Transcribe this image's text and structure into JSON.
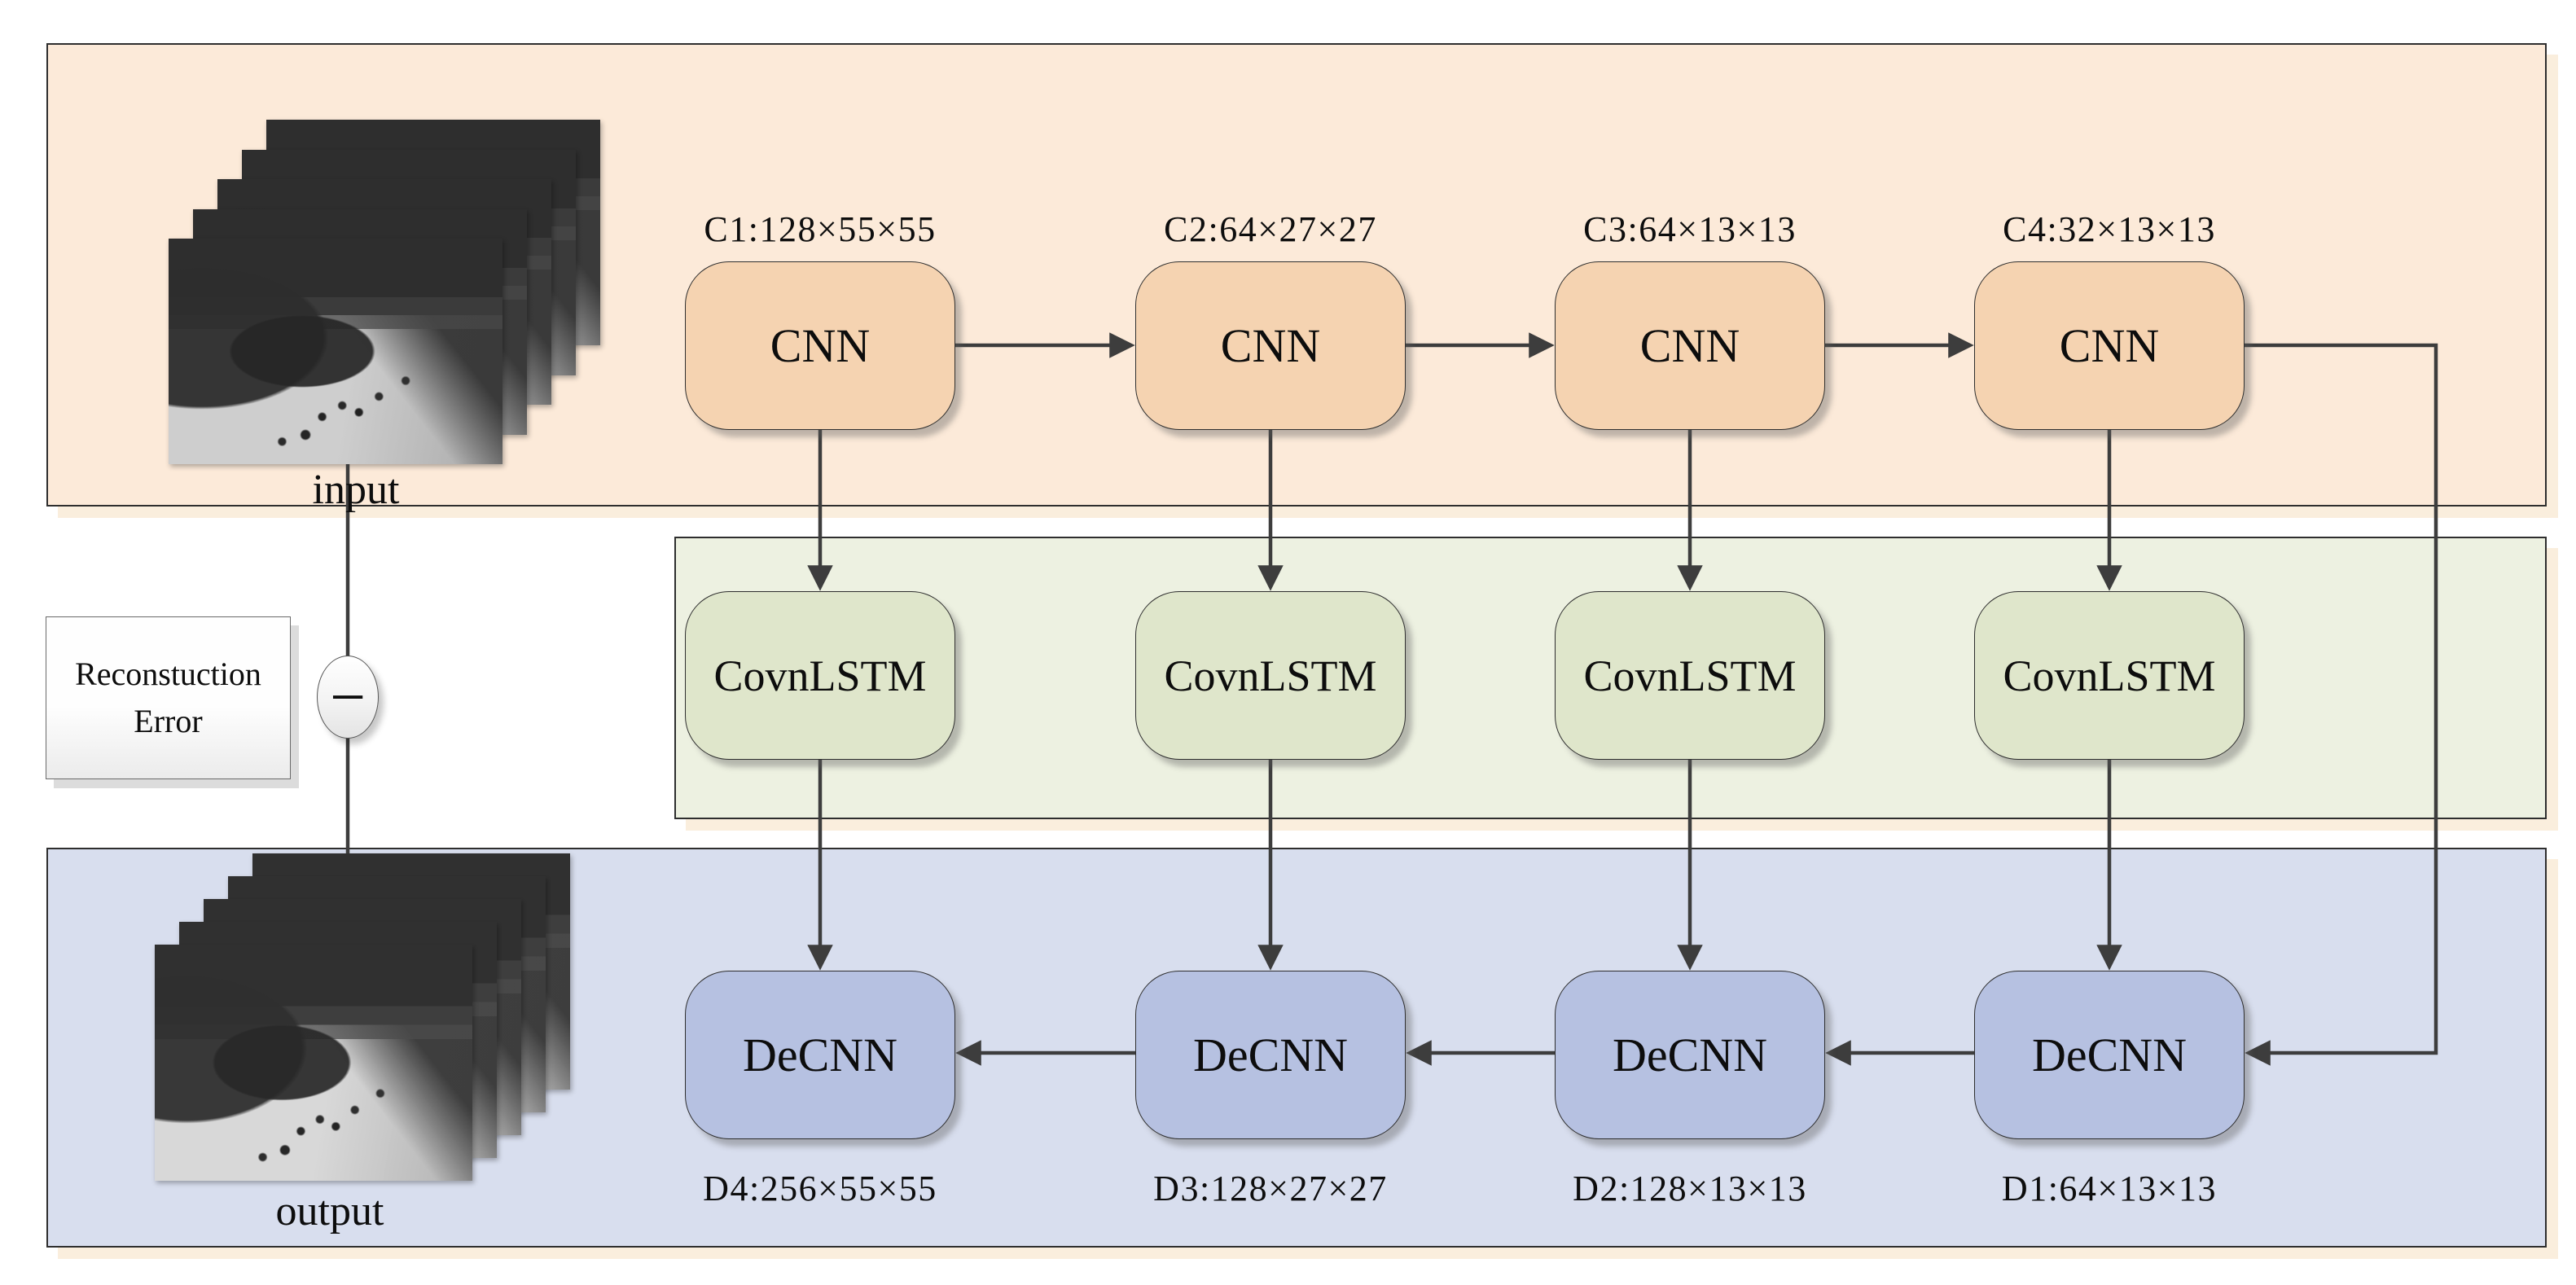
{
  "columns": [
    {
      "cnn_dim": "C1:128×55×55",
      "cnn_label": "CNN",
      "convlstm_label": "CovnLSTM",
      "decnn_label": "DeCNN",
      "decnn_dim": "D4:256×55×55"
    },
    {
      "cnn_dim": "C2:64×27×27",
      "cnn_label": "CNN",
      "convlstm_label": "CovnLSTM",
      "decnn_label": "DeCNN",
      "decnn_dim": "D3:128×27×27"
    },
    {
      "cnn_dim": "C3:64×13×13",
      "cnn_label": "CNN",
      "convlstm_label": "CovnLSTM",
      "decnn_label": "DeCNN",
      "decnn_dim": "D2:128×13×13"
    },
    {
      "cnn_dim": "C4:32×13×13",
      "cnn_label": "CNN",
      "convlstm_label": "CovnLSTM",
      "decnn_label": "DeCNN",
      "decnn_dim": "D1:64×13×13"
    }
  ],
  "io": {
    "input_label": "input",
    "output_label": "output"
  },
  "error": {
    "line1": "Reconstuction",
    "line2": "Error",
    "operator": "−"
  },
  "colors": {
    "encoder-band": "#fcead9",
    "encoder-node": "#f5d3b1",
    "lstm-band": "#edf1e1",
    "lstm-node": "#dfe6cb",
    "decoder-band": "#d8deee",
    "decoder-node": "#b6c1e1",
    "arrow": "#3d3d3d",
    "border": "#2e2e2e",
    "ink": "#0d0d0d"
  }
}
